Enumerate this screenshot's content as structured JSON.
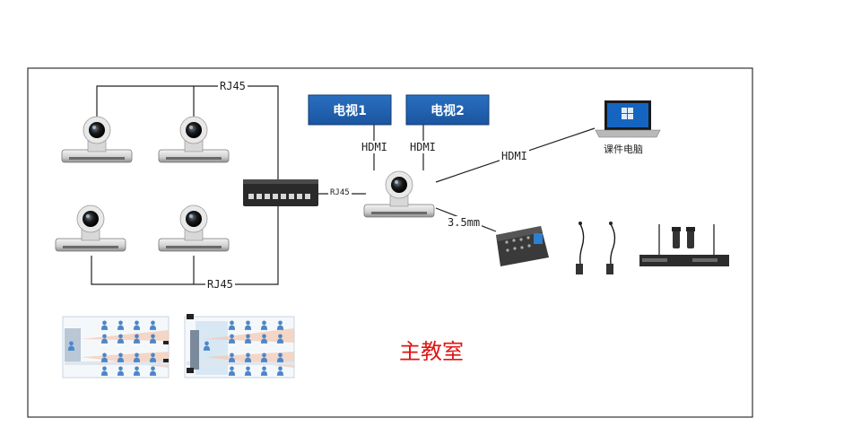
{
  "tv1": {
    "label": "电视1"
  },
  "tv2": {
    "label": "电视2"
  },
  "links": {
    "rj45_top": "RJ45",
    "rj45_bottom": "RJ45",
    "rj45_switch": "RJ45",
    "hdmi_tv1": "HDMI",
    "hdmi_tv2": "HDMI",
    "hdmi_laptop": "HDMI",
    "audio": "3.5mm"
  },
  "laptop": {
    "label": "课件电脑"
  },
  "room": {
    "title": "主教室"
  },
  "colors": {
    "tv_blue": "#1f5fae",
    "title_red": "#e01414",
    "line": "#222222"
  }
}
